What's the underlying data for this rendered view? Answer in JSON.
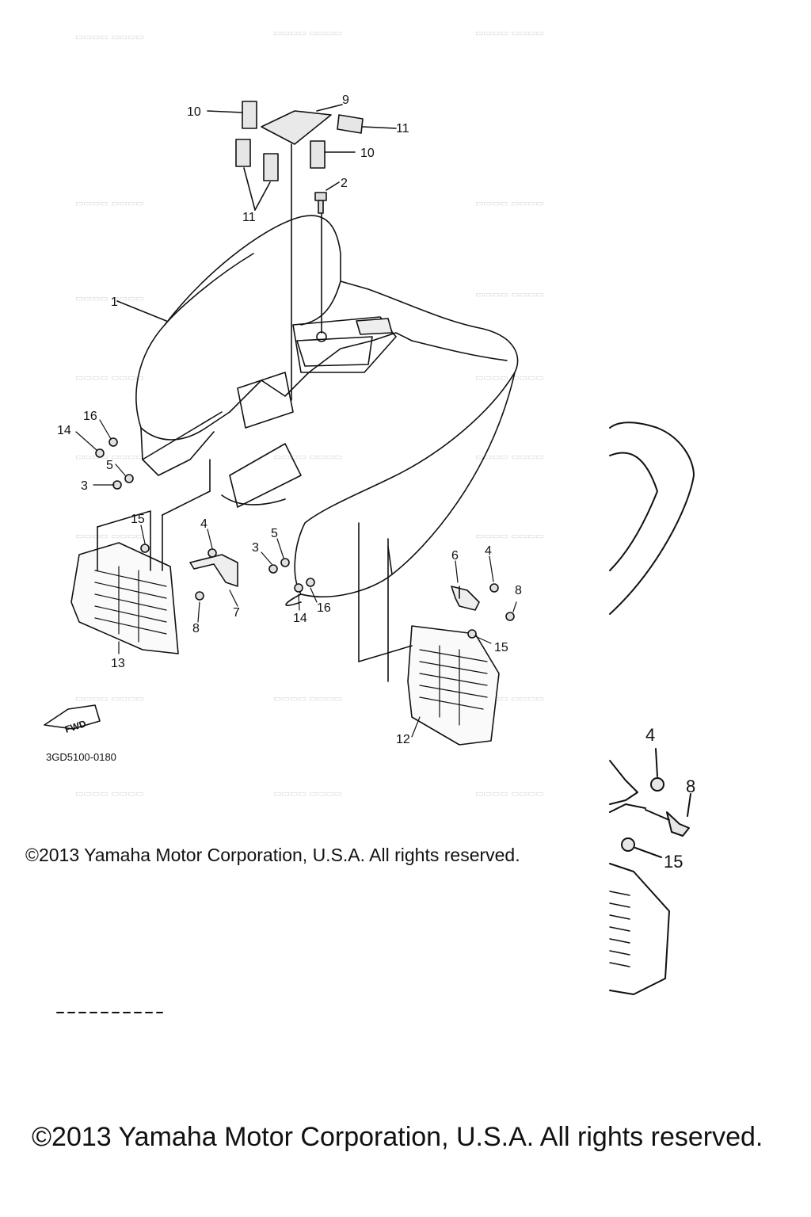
{
  "diagram": {
    "code": "3GD5100-0180",
    "fwd_label": "FWD",
    "callouts": {
      "c1": "1",
      "c2": "2",
      "c3a": "3",
      "c3b": "3",
      "c4a": "4",
      "c4b": "4",
      "c5a": "5",
      "c5b": "5",
      "c6": "6",
      "c7": "7",
      "c8a": "8",
      "c8b": "8",
      "c9": "9",
      "c10a": "10",
      "c10b": "10",
      "c11a": "11",
      "c11b": "11",
      "c12": "12",
      "c13": "13",
      "c14a": "14",
      "c14b": "14",
      "c15a": "15",
      "c15b": "15",
      "c16a": "16",
      "c16b": "16"
    },
    "inset_callouts": {
      "c4": "4",
      "c8": "8",
      "c15": "15"
    }
  },
  "copyright_small": "©2013 Yamaha Motor Corporation, U.S.A. All rights reserved.",
  "copyright_large": "©2013 Yamaha Motor Corporation, U.S.A. All rights reserved."
}
